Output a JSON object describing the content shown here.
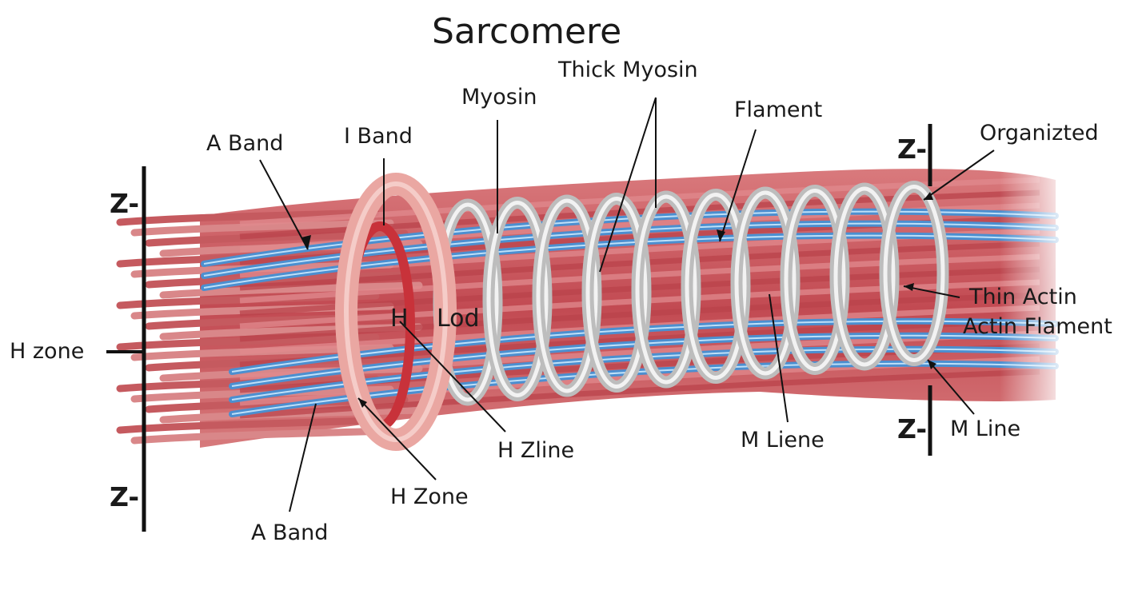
{
  "title": "Sarcomere",
  "labels": {
    "thick_myosin": "Thick Myosin",
    "myosin": "Myosin",
    "flament": "Flament",
    "organizted": "Organizted",
    "a_band_top": "A Band",
    "i_band": "I Band",
    "z_top_left": "Z-",
    "z_top_right": "Z-",
    "h_zone_left": "H zone",
    "h_inside": "H",
    "lod": "Lod",
    "thin_actin": "Thin Actin",
    "actin_flament": "Actin Flament",
    "z_mid_right": "Z-",
    "m_line": "M Line",
    "h_zline": "H Zline",
    "m_liene": "M Liene",
    "z_bottom_left": "Z-",
    "h_zone_bottom": "H Zone",
    "a_band_bottom": "A Band"
  },
  "colors": {
    "muscle_red": "#c9535a",
    "muscle_light": "#e89a9c",
    "myosin_blue": "#5a9fd8",
    "ring_gray": "#d8d8d8",
    "ring_pink": "#eaa7a2",
    "band_red": "#c8323a",
    "line_black": "#111111"
  }
}
